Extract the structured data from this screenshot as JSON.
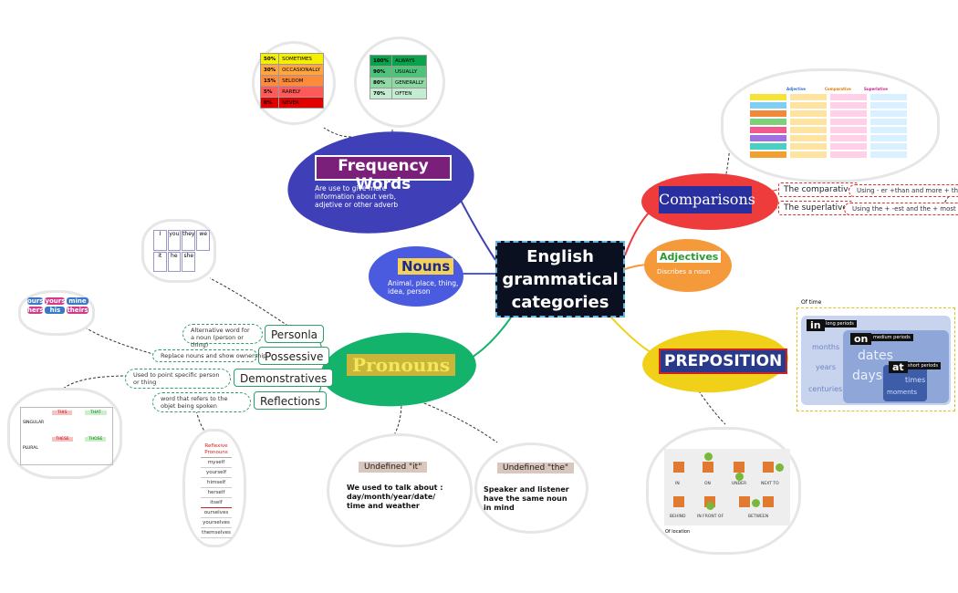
{
  "central": {
    "line1": "English",
    "line2": "grammatical",
    "line3": "categories"
  },
  "frequency": {
    "title": "Frequency Words",
    "desc": "Are use to give more information about  verb, adjetive or other adverb",
    "left_table": [
      {
        "pct": "50%",
        "word": "SOMETIMES",
        "color": "#f5f000"
      },
      {
        "pct": "30%",
        "word": "OCCASIONALLY",
        "color": "#ffa640"
      },
      {
        "pct": "15%",
        "word": "SELDOM",
        "color": "#ff8a3a"
      },
      {
        "pct": "5%",
        "word": "RARELY",
        "color": "#ff5a5a"
      },
      {
        "pct": "0%",
        "word": "NEVER",
        "color": "#e00000"
      }
    ],
    "right_table": [
      {
        "pct": "100%",
        "word": "ALWAYS",
        "color": "#0aa34b"
      },
      {
        "pct": "90%",
        "word": "USUALLY",
        "color": "#4cc47a"
      },
      {
        "pct": "80%",
        "word": "GENERALLY",
        "color": "#8ed9a4"
      },
      {
        "pct": "70%",
        "word": "OFTEN",
        "color": "#c4ecd0"
      }
    ]
  },
  "nouns": {
    "title": "Nouns",
    "desc": "Animal, place, thing, idea, person"
  },
  "pronouns": {
    "title": "Pronouns",
    "items": [
      {
        "label": "Personla",
        "note": "Alternative word for a noun (person or thing)"
      },
      {
        "label": "Possessive",
        "note": "Replace nouns and show ownership"
      },
      {
        "label": "Demonstratives",
        "note": "Used to point specific person or thing"
      },
      {
        "label": "Reflections",
        "note": "word that refers to the objet being spoken"
      }
    ],
    "reflexive_title": "Reflexive Pronouns",
    "reflexive": [
      "myself",
      "yourself",
      "himself",
      "herself",
      "itself",
      "ourselves",
      "yourselves",
      "themselves"
    ],
    "possessive_words": [
      "ours",
      "yours",
      "mine",
      "hers",
      "his",
      "theirs"
    ],
    "personal_words": [
      "I",
      "you",
      "they",
      "we",
      "it",
      "he",
      "she"
    ],
    "demonstrative": {
      "this": "THIS",
      "that": "THAT",
      "these": "THESE",
      "those": "THOSE",
      "singular": "SINGULAR",
      "plural": "PLURAL"
    }
  },
  "undefined_it": {
    "title": "Undefined \"it\"",
    "desc": "We used to talk about : day/month/year/date/ time and weather"
  },
  "undefined_the": {
    "title": "Undefined \"the\"",
    "desc": "Speaker and listener have the same noun in mind"
  },
  "comparisons": {
    "title": "Comparisons",
    "items": [
      {
        "label": "The comparative",
        "note": "Using - er +than and more + than"
      },
      {
        "label": "The superlative",
        "note": "Using the + -est and the + most"
      }
    ],
    "table_headers": [
      "Adjective",
      "Comparative",
      "Superlative"
    ]
  },
  "adjectives": {
    "title": "Adjectives",
    "desc": "Discribes a noun"
  },
  "preposition": {
    "title": "PREPOSITION",
    "time_caption": "Of time",
    "location_caption": "Of location",
    "time": {
      "in": "in",
      "in_label": "long periods",
      "on": "on",
      "on_label": "medium periods",
      "at": "at",
      "at_label": "short periods",
      "words": [
        "months",
        "years",
        "centuries",
        "dates",
        "days",
        "times",
        "moments"
      ]
    },
    "location_words": [
      "IN",
      "ON",
      "UNDER",
      "NEXT TO",
      "BEHIND",
      "IN FRONT OF",
      "BETWEEN"
    ]
  },
  "colors": {
    "frequency": "#3f3fb8",
    "nouns": "#4a5be0",
    "pronouns": "#13b36b",
    "comparisons": "#ee3b3b",
    "adjectives": "#f59a3a",
    "preposition": "#f0d018",
    "central": "#0b1020"
  }
}
